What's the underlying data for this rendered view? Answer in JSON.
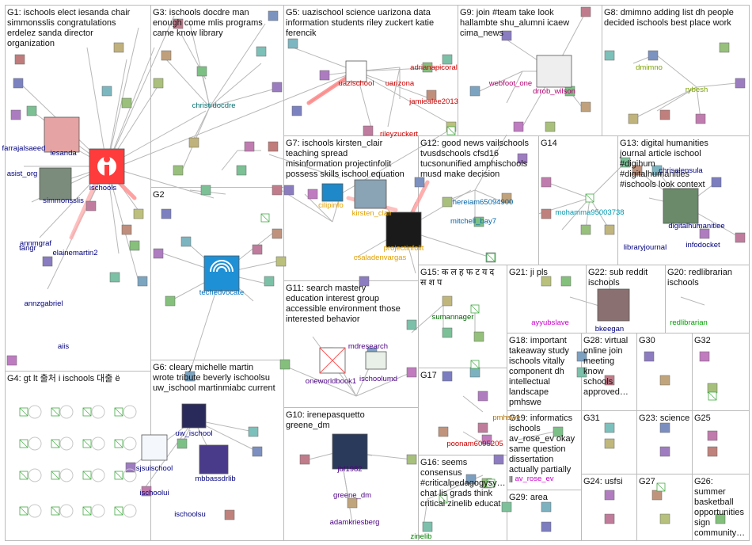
{
  "groups": [
    {
      "id": "G1",
      "text": [
        "G1: ischools elect iesanda chair",
        "simmonsslis congratulations",
        "erdelez sanda director",
        "organization"
      ],
      "nodes": [
        "iesanda",
        "ischools",
        "simmonsslis",
        "annmgraf",
        "elainemartin2",
        "annzgabriel",
        "farrajalsaeed",
        "asist_org",
        "tangr",
        "aiis"
      ]
    },
    {
      "id": "G3",
      "text": [
        "G3: ischools docdre man",
        "enough come mlis programs",
        "came know library"
      ],
      "nodes": [
        "christi",
        "docdre"
      ]
    },
    {
      "id": "G5",
      "text": [
        "G5: uazischool science uarizona data",
        "information students riley zuckert katie",
        "ferencik"
      ],
      "nodes": [
        "uazischool",
        "uarizona",
        "adrianapicoral",
        "jamiealee2013",
        "rileyzuckert"
      ]
    },
    {
      "id": "G9",
      "text": [
        "G9: join #team take look",
        "hallambte shu_alumni icaew",
        "cima_news"
      ],
      "nodes": [
        "webfoot_one",
        "drrob_wilson"
      ]
    },
    {
      "id": "G8",
      "text": [
        "G8: dmimno adding list dh people",
        "decided ischools best place work"
      ],
      "nodes": [
        "dmimno",
        "rybesh"
      ]
    },
    {
      "id": "G2",
      "text": [
        "G2"
      ],
      "nodes": [
        "techedvocate"
      ]
    },
    {
      "id": "G7",
      "text": [
        "G7: ischools kirsten_clair",
        "teaching spread",
        "misinformation projectinfolit",
        "possess skills ischool equation"
      ],
      "nodes": [
        "cilipinfo",
        "kirsten_clair",
        "projectinfolit",
        "csaladenvargas"
      ]
    },
    {
      "id": "G12",
      "text": [
        "G12: good news vailschools",
        "tvusdschools cfsd16",
        "tucsonunified amphischools",
        "musd make decision"
      ],
      "nodes": [
        "hereiam65094900",
        "mitchell_bay7"
      ]
    },
    {
      "id": "G14",
      "text": [
        "G14"
      ],
      "nodes": [
        "mohamma95003738"
      ]
    },
    {
      "id": "G13",
      "text": [
        "G13: digital humanities",
        "journal article ischool",
        "#digihum",
        "#digitalhumanities",
        "#ischools look context"
      ],
      "nodes": [
        "chrisalensula",
        "digitalhumanitiee",
        "libraryjournal",
        "infodocket"
      ]
    },
    {
      "id": "G4",
      "text": [
        "G4: gt lt 출처 i ischools 대출 ë"
      ],
      "nodes": []
    },
    {
      "id": "G6",
      "text": [
        "G6: cleary michelle martin",
        "wrote tribute beverly ischoolsu",
        "uw_ischool martinmiabc current"
      ],
      "nodes": [
        "uw_ischool",
        "sjsuischool",
        "mbbassdrlib",
        "ischoolui",
        "ischoolsu"
      ]
    },
    {
      "id": "G11",
      "text": [
        "G11: search mastery",
        "education interest group",
        "accessible environment those",
        "interested behavior"
      ],
      "nodes": [
        "oneworldbook1",
        "mdresearch",
        "ischoolumd"
      ]
    },
    {
      "id": "G15",
      "text": [
        "G15: क ल ह फ ट य द",
        "स श प"
      ],
      "nodes": [
        "sumannager"
      ]
    },
    {
      "id": "G21",
      "text": [
        "G21: ji pls"
      ],
      "nodes": [
        "ayyubslave"
      ]
    },
    {
      "id": "G22",
      "text": [
        "G22: sub reddit",
        "ischools"
      ],
      "nodes": [
        "bkeegan"
      ]
    },
    {
      "id": "G20",
      "text": [
        "G20: redlibrarian",
        "ischools"
      ],
      "nodes": [
        "redlibrarian"
      ]
    },
    {
      "id": "G17",
      "text": [
        "G17"
      ],
      "nodes": [
        "poonam6095205"
      ]
    },
    {
      "id": "G18",
      "text": [
        "G18: important",
        "takeaway study",
        "ischools vitally",
        "component dh",
        "intellectual",
        "landscape",
        "pmhswe"
      ],
      "nodes": [
        "pmhswe"
      ]
    },
    {
      "id": "G28",
      "text": [
        "G28: virtual",
        "online join",
        "meeting",
        "know",
        "schools",
        "approved…"
      ],
      "nodes": []
    },
    {
      "id": "G30",
      "text": [
        "G30"
      ],
      "nodes": []
    },
    {
      "id": "G32",
      "text": [
        "G32"
      ],
      "nodes": []
    },
    {
      "id": "G10",
      "text": [
        "G10: irenepasquetto",
        "greene_dm"
      ],
      "nodes": [
        "jbf1982",
        "greene_dm",
        "adamkriesberg"
      ]
    },
    {
      "id": "G19",
      "text": [
        "G19: informatics",
        "ischools",
        "av_rose_ev okay",
        "same question",
        "dissertation",
        "actually partially",
        "ll"
      ],
      "nodes": [
        "av_rose_ev"
      ]
    },
    {
      "id": "G31",
      "text": [
        "G31"
      ],
      "nodes": []
    },
    {
      "id": "G23",
      "text": [
        "G23: science"
      ],
      "nodes": []
    },
    {
      "id": "G25",
      "text": [
        "G25"
      ],
      "nodes": []
    },
    {
      "id": "G16",
      "text": [
        "G16: seems",
        "consensus",
        "#criticalpedagogysy…",
        "chat lis grads think",
        "critical zinelib educat"
      ],
      "nodes": [
        "zinelib"
      ]
    },
    {
      "id": "G29",
      "text": [
        "G29: area"
      ],
      "nodes": []
    },
    {
      "id": "G24",
      "text": [
        "G24: usfsi"
      ],
      "nodes": []
    },
    {
      "id": "G27",
      "text": [
        "G27"
      ],
      "nodes": []
    },
    {
      "id": "G26",
      "text": [
        "G26:",
        "summer",
        "basketball",
        "opportunities",
        "sign",
        "community…"
      ],
      "nodes": []
    }
  ],
  "colors": {
    "G1": "#000080",
    "G3": "#007070",
    "G5": "#cc0000",
    "G9": "#b0006f",
    "G8": "#7aa000",
    "G2": "#0070c0",
    "G7": "#e0a000",
    "G12": "#0066aa",
    "G14": "#0099b0",
    "G13": "#000080",
    "G4": "#00a000",
    "G6": "#000080",
    "G11": "#4b0082",
    "G15": "#006400",
    "G21": "#cc00cc",
    "G22": "#000080",
    "G20": "#00a000",
    "G17": "#cc0000",
    "G18": "#b07000",
    "G10": "#4b0082",
    "G19": "#cc00cc",
    "G16": "#008000",
    "edge": "#b8b8b8",
    "border": "#bbbbbb",
    "hub_red": "#ff3b3b"
  }
}
